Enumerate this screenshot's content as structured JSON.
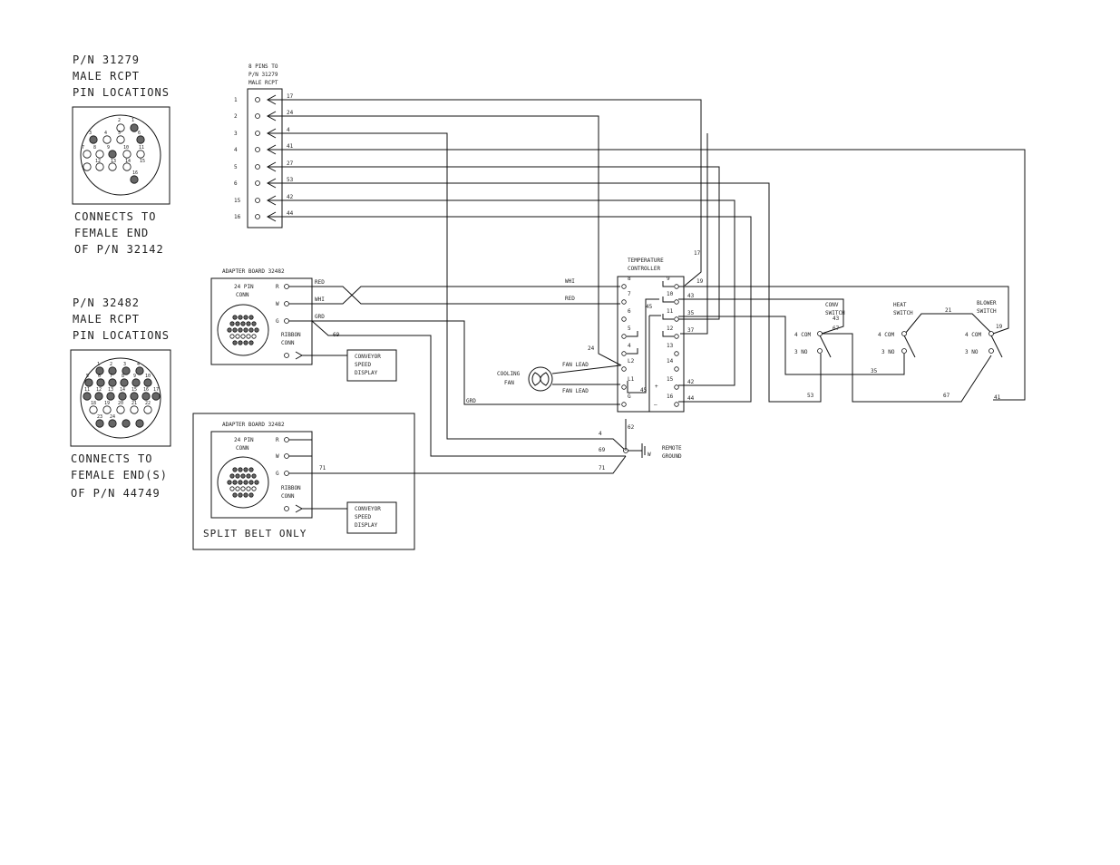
{
  "left_labels": {
    "pn1_line1": "P/N 31279",
    "pn1_line2": "MALE RCPT",
    "pn1_line3": "PIN LOCATIONS",
    "conn1_line1": "CONNECTS TO",
    "conn1_line2": "FEMALE END",
    "conn1_line3": "OF P/N 32142",
    "pn2_line1": "P/N 32482",
    "pn2_line2": "MALE RCPT",
    "pn2_line3": "PIN LOCATIONS",
    "conn2_line1": "CONNECTS TO",
    "conn2_line2": "FEMALE END(S)",
    "conn2_line3": "OF P/N 44749"
  },
  "connector1_pins": [
    "1",
    "2",
    "3",
    "4",
    "5",
    "6",
    "7",
    "8",
    "9",
    "10",
    "11",
    "12",
    "13",
    "14",
    "15",
    "16"
  ],
  "connector2_pins": [
    "1",
    "2",
    "3",
    "4",
    "5",
    "6",
    "7",
    "8",
    "9",
    "10",
    "11",
    "12",
    "13",
    "14",
    "15",
    "16",
    "17",
    "18",
    "19",
    "20",
    "21",
    "22",
    "23",
    "24"
  ],
  "header8": {
    "line1": "8 PINS TO",
    "line2": "P/N 31279",
    "line3": "MALE RCPT"
  },
  "header_pins": [
    {
      "pin": "1",
      "wire": "17"
    },
    {
      "pin": "2",
      "wire": "24"
    },
    {
      "pin": "3",
      "wire": "4"
    },
    {
      "pin": "4",
      "wire": "41"
    },
    {
      "pin": "5",
      "wire": "27"
    },
    {
      "pin": "6",
      "wire": "53"
    },
    {
      "pin": "15",
      "wire": "42"
    },
    {
      "pin": "16",
      "wire": "44"
    }
  ],
  "adapter1": {
    "title": "ADAPTER BOARD 32482",
    "conn_line1": "24 PIN",
    "conn_line2": "CONN",
    "pin_r": "R",
    "pin_w": "W",
    "pin_g": "G",
    "ribbon1": "RIBBON",
    "ribbon2": "CONN"
  },
  "adapter2": {
    "title": "ADAPTER BOARD 32482",
    "conn_line1": "24 PIN",
    "conn_line2": "CONN",
    "pin_r": "R",
    "pin_w": "W",
    "pin_g": "G",
    "ribbon1": "RIBBON",
    "ribbon2": "CONN",
    "split_belt": "SPLIT BELT ONLY"
  },
  "display": {
    "line1": "CONVEYOR",
    "line2": "SPEED",
    "line3": "DISPLAY"
  },
  "wire_labels": {
    "red_top": "RED",
    "whi_top": "WHI",
    "grd": "GRD",
    "w69": "69",
    "whi_ctrl": "WHI",
    "red_ctrl": "RED",
    "w24": "24",
    "fan_lead1": "FAN LEAD",
    "fan_lead2": "FAN LEAD",
    "grd_bottom": "GRD",
    "w45a": "45",
    "w45b": "45",
    "w17": "17",
    "w19": "19",
    "w43a": "43",
    "w43b": "43",
    "w35a": "35",
    "w35b": "35",
    "w37": "37",
    "w42": "42",
    "w44": "44",
    "w62": "62",
    "w4": "4",
    "w69b": "69",
    "w71a": "71",
    "w71b": "71",
    "w67a": "67",
    "w67b": "67",
    "w53": "53",
    "w21": "21",
    "w19b": "19",
    "w41": "41"
  },
  "controller": {
    "title1": "TEMPERATURE",
    "title2": "CONTROLLER",
    "left_terms": [
      "8",
      "7",
      "6",
      "5",
      "4",
      "L2",
      "L1",
      "G"
    ],
    "right_terms": [
      "9",
      "10",
      "11",
      "12",
      "13",
      "14",
      "15",
      "16"
    ],
    "plus": "+",
    "minus": "—"
  },
  "cooling_fan": {
    "line1": "COOLING",
    "line2": "FAN"
  },
  "remote_ground": {
    "line1": "REMOTE",
    "line2": "GROUND",
    "symbol": "W"
  },
  "switches": {
    "conv1": "CONV",
    "conv2": "SWITCH",
    "heat1": "HEAT",
    "heat2": "SWITCH",
    "blower1": "BLOWER",
    "blower2": "SWITCH",
    "com": "4 COM",
    "no": "3 NO"
  }
}
